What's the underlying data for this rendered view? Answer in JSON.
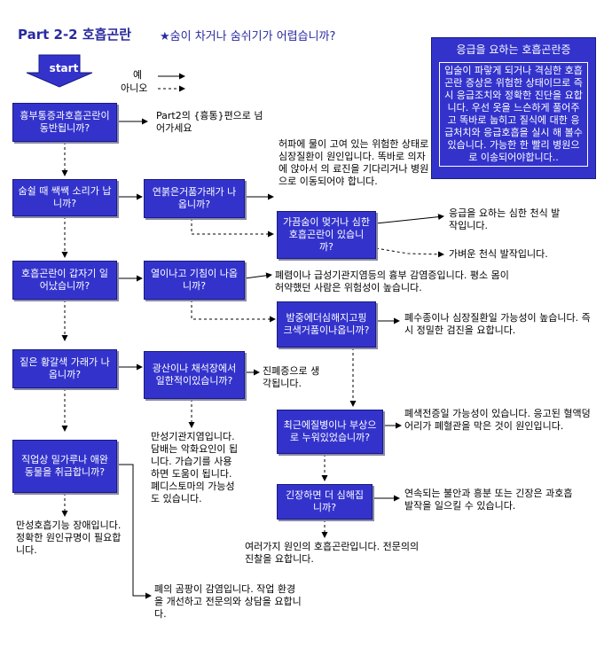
{
  "header": {
    "title": "Part 2-2 호흡곤란",
    "subtitle": "★숨이 차거나 숨쉬기가 어렵습니까?"
  },
  "legend": {
    "yes": "예",
    "no": "아니오"
  },
  "start_label": "start",
  "emergency": {
    "title": "응급을 요하는 호흡곤란증",
    "body": "입술이 파랗게 되거나 격심한 호흡곤란 증상은 위험한 상태이므로 즉시 응급조치와 정확한 진단을 요합니다. 우선 옷을 느슨하게 풀어주고 똑바로 눕히고 질식에 대한 응급처치와 응급호흡을 실시 해 볼수 있습니다. 가능한 한 빨리 병원으로 이송되어야합니다.."
  },
  "questions": {
    "q1": "흉부통증과호흡곤란이 동반됩니까?",
    "q2": "숨쉴 때 쌕쌕 소리가 납니까?",
    "q3": "호흡곤란이 갑자기 일어났습니까?",
    "q4": "짙은 황갈색 가래가 나옵니까?",
    "q5": "직업상 밀가루나 애완동물을 취급합니까?",
    "q6": "연붉은거품가래가 나옵니까?",
    "q7": "가끔숨이 멎거나 심한 호흡곤란이 있습니까?",
    "q8": "열이나고 기침이 나옵니까?",
    "q9": "밤중에더심해지고핑크색거품이나옵니까?",
    "q10": "광산이나 채석장에서 일한적이있습니까?",
    "q11": "최근에질병이나 부상으로 누워있었습니까?",
    "q12": "긴장하면 더 심해집니까?"
  },
  "answers": {
    "a1": "Part2의 {흉통}편으로 넘어가세요",
    "a2": "허파에 물이 고여 있는 위험한 상태로 심장질환이 원인입니다. 똑바로 의자에 앉아서 의 료진을 기다리거나 병원으로 이동되어야 합니다.",
    "a3": "응급을 요하는 심한 천식 발작입니다.",
    "a4": "가벼운 천식 발작입니다.",
    "a5": "폐렴이나 급성기관지염등의 흉부 감염증입니다. 평소 몸이 허약했던 사람은 위험성이 높습니다.",
    "a6": "폐수종이나 심장질환일 가능성이 높습니다. 즉시 정밀한 검진을 요합니다.",
    "a7": "진폐증으로 생각됩니다.",
    "a8": "만성기관지염입니다. 담배는 악화요인이 됩니다. 가습기를 사용하면 도움이 됩니다. 폐디스토마의 가능성도 있습니다.",
    "a9": "폐색전증일 가능성이 있습니다. 응고된 혈액덩어리가 폐혈관을 막은 것이 원인입니다.",
    "a10": "연속되는 불안과 흥분 또는 긴장은 과호흡 발작을 일으킬 수 있습니다.",
    "a11": "여러가지 원인의 호흡곤란입니다. 전문의의 진찰을 요합니다.",
    "a12": "만성호흡기능 장애입니다. 정확한 원인규명이 필요합니다.",
    "a13": "폐의 곰팡이 감염입니다. 작업 환경을 개선하고 전문의와 상담을 요합니다."
  }
}
